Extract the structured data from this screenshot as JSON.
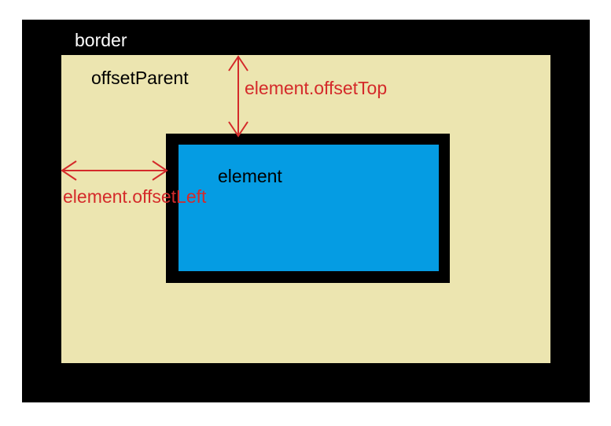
{
  "diagram": {
    "title": "CSS offsetTop / offsetLeft illustration",
    "colors": {
      "border_fill": "#000000",
      "offset_parent_fill": "#ece5b0",
      "element_border": "#000000",
      "element_fill": "#059ce3",
      "annotation": "#d42a2a",
      "border_label_text": "#ffffff",
      "page_background": "#ffffff"
    },
    "labels": {
      "border": "border",
      "offset_parent": "offsetParent",
      "element": "element",
      "offset_top": "element.offsetTop",
      "offset_left": "element.offsetLeft"
    },
    "annotations": {
      "offset_top_arrow": {
        "orientation": "vertical",
        "double_headed": true,
        "from": "top edge of offsetParent",
        "to": "top edge of element border box"
      },
      "offset_left_arrow": {
        "orientation": "horizontal",
        "double_headed": true,
        "from": "left edge of offsetParent",
        "to": "left edge of element border box"
      }
    }
  }
}
